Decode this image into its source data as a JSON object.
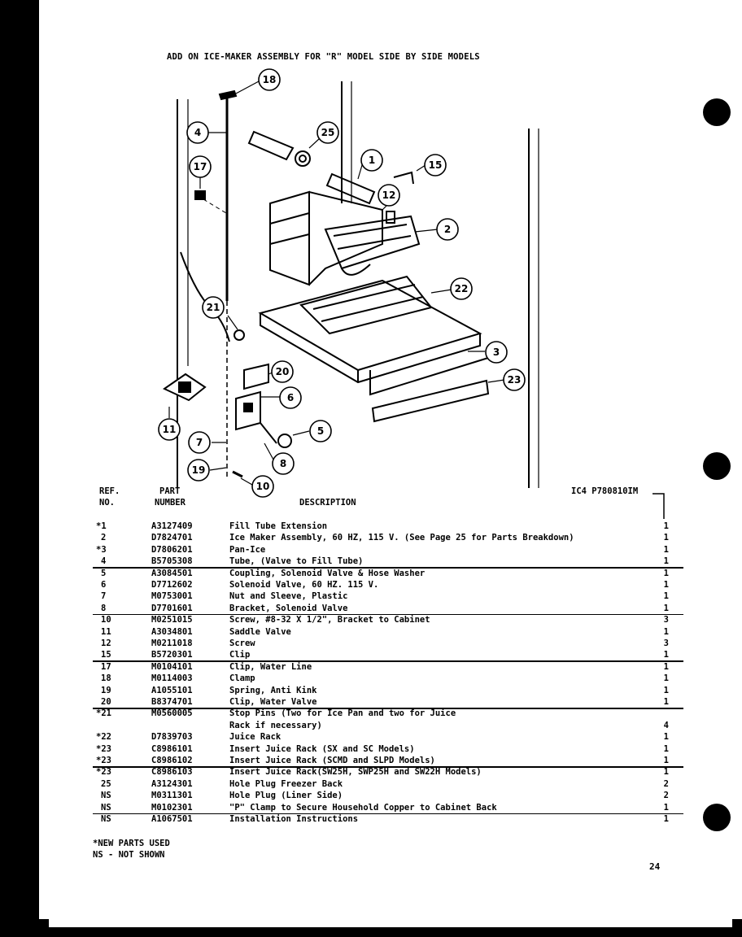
{
  "title": "ADD ON ICE-MAKER ASSEMBLY FOR \"R\" MODEL SIDE BY SIDE MODELS",
  "diagram": {
    "callouts": [
      "18",
      "4",
      "25",
      "1",
      "15",
      "17",
      "12",
      "2",
      "22",
      "21",
      "3",
      "20",
      "23",
      "6",
      "11",
      "7",
      "5",
      "8",
      "19",
      "10"
    ]
  },
  "table": {
    "headers": {
      "ref_line1": "REF.",
      "ref_line2": "NO.",
      "part_line1": "PART",
      "part_line2": "NUMBER",
      "description": "DESCRIPTION",
      "doc_code": "IC4 P780810IM"
    },
    "rows": [
      {
        "ref": "*1",
        "part": "A3127409",
        "desc": "Fill Tube Extension",
        "qty": "1"
      },
      {
        "ref": "2",
        "part": "D7824701",
        "desc": "Ice Maker Assembly, 60 HZ, 115 V. (See Page 25 for Parts Breakdown)",
        "qty": "1"
      },
      {
        "ref": "*3",
        "part": "D7806201",
        "desc": "Pan-Ice",
        "qty": "1"
      },
      {
        "ref": "4",
        "part": "B5705308",
        "desc": "Tube, (Valve to Fill Tube)",
        "qty": "1"
      },
      {
        "ref": "5",
        "part": "A3084501",
        "desc": "Coupling, Solenoid Valve & Hose Washer",
        "qty": "1"
      },
      {
        "ref": "6",
        "part": "D7712602",
        "desc": "Solenoid Valve, 60 HZ. 115 V.",
        "qty": "1"
      },
      {
        "ref": "7",
        "part": "M0753001",
        "desc": "Nut and Sleeve, Plastic",
        "qty": "1"
      },
      {
        "ref": "8",
        "part": "D7701601",
        "desc": "Bracket, Solenoid Valve",
        "qty": "1"
      },
      {
        "ref": "10",
        "part": "M0251015",
        "desc": "Screw, #8-32 X 1/2\", Bracket to Cabinet",
        "qty": "3"
      },
      {
        "ref": "11",
        "part": "A3034801",
        "desc": "Saddle Valve",
        "qty": "1"
      },
      {
        "ref": "12",
        "part": "M0211018",
        "desc": "Screw",
        "qty": "3"
      },
      {
        "ref": "15",
        "part": "B5720301",
        "desc": "Clip",
        "qty": "1"
      },
      {
        "ref": "17",
        "part": "M0104101",
        "desc": "Clip, Water Line",
        "qty": "1"
      },
      {
        "ref": "18",
        "part": "M0114003",
        "desc": "Clamp",
        "qty": "1"
      },
      {
        "ref": "19",
        "part": "A1055101",
        "desc": "Spring, Anti Kink",
        "qty": "1"
      },
      {
        "ref": "20",
        "part": "B8374701",
        "desc": "Clip, Water Valve",
        "qty": "1"
      },
      {
        "ref": "*21",
        "part": "M0560005",
        "desc": "Stop Pins (Two for Ice Pan and two for Juice",
        "qty": ""
      },
      {
        "ref": "",
        "part": "",
        "desc": "Rack if necessary)",
        "qty": "4"
      },
      {
        "ref": "*22",
        "part": "D7839703",
        "desc": "Juice Rack",
        "qty": "1"
      },
      {
        "ref": "*23",
        "part": "C8986101",
        "desc": "Insert Juice Rack (SX and SC Models)",
        "qty": "1"
      },
      {
        "ref": "*23",
        "part": "C8986102",
        "desc": "Insert Juice Rack (SCMD and SLPD Models)",
        "qty": "1"
      },
      {
        "ref": "*23",
        "part": "C8986103",
        "desc": "Insert Juice Rack(SW25H, SWP25H and SW22H Models)",
        "qty": "1"
      },
      {
        "ref": "25",
        "part": "A3124301",
        "desc": "Hole Plug Freezer Back",
        "qty": "2"
      },
      {
        "ref": "NS",
        "part": "M0311301",
        "desc": "Hole Plug (Liner Side)",
        "qty": "2"
      },
      {
        "ref": "NS",
        "part": "M0102301",
        "desc": "\"P\" Clamp to Secure Household Copper to Cabinet Back",
        "qty": "1"
      },
      {
        "ref": "NS",
        "part": "A1067501",
        "desc": "Installation Instructions",
        "qty": "1"
      }
    ]
  },
  "footnotes": {
    "new_parts": "*NEW PARTS USED",
    "not_shown": "NS - NOT SHOWN"
  },
  "page_number": "24"
}
